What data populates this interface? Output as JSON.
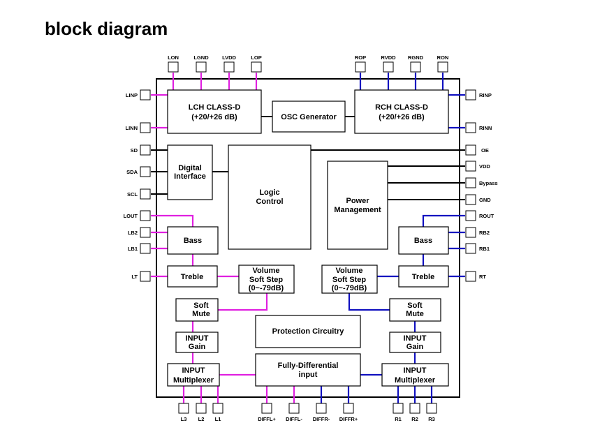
{
  "title": "block diagram",
  "colors": {
    "left_channel": "#e020e0",
    "right_channel": "#1010c0",
    "control": "#000000"
  },
  "pins": {
    "LON": "LON",
    "LGND": "LGND",
    "LVDD": "LVDD",
    "LOP": "LOP",
    "ROP": "ROP",
    "RVDD": "RVDD",
    "RGND": "RGND",
    "RON": "RON",
    "LINP": "LINP",
    "LINN": "LINN",
    "SD": "SD",
    "SDA": "SDA",
    "SCL": "SCL",
    "LOUT": "LOUT",
    "LB2": "LB2",
    "LB1": "LB1",
    "LT": "LT",
    "RINP": "RINP",
    "RINN": "RINN",
    "OE": "OE",
    "VDD": "VDD",
    "Bypass": "Bypass",
    "GND": "GND",
    "ROUT": "ROUT",
    "RB2": "RB2",
    "RB1": "RB1",
    "RT": "RT",
    "L3": "L3",
    "L2": "L2",
    "L1": "L1",
    "DIFFLp": "DIFFL+",
    "DIFFLm": "DIFFL-",
    "DIFFRm": "DIFFR-",
    "DIFFRp": "DIFFR+",
    "R1": "R1",
    "R2": "R2",
    "R3": "R3"
  },
  "blocks": {
    "lch": {
      "l1": "LCH CLASS-D",
      "l2": "(+20/+26 dB)"
    },
    "osc": {
      "l1": "OSC Generator"
    },
    "rch": {
      "l1": "RCH CLASS-D",
      "l2": "(+20/+26 dB)"
    },
    "digital": {
      "l1": "Digital",
      "l2": "Interface"
    },
    "logic": {
      "l1": "Logic",
      "l2": "Control"
    },
    "power": {
      "l1": "Power",
      "l2": "Management"
    },
    "bass_l": {
      "l1": "Bass"
    },
    "bass_r": {
      "l1": "Bass"
    },
    "treble_l": {
      "l1": "Treble"
    },
    "treble_r": {
      "l1": "Treble"
    },
    "vol_l": {
      "l1": "Volume",
      "l2": "Soft Step",
      "l3": "(0~-79dB)"
    },
    "vol_r": {
      "l1": "Volume",
      "l2": "Soft Step",
      "l3": "(0~-79dB)"
    },
    "mute_l": {
      "l1": "Soft",
      "l2": "Mute"
    },
    "mute_r": {
      "l1": "Soft",
      "l2": "Mute"
    },
    "prot": {
      "l1": "Protection Circuitry"
    },
    "gain_l": {
      "l1": "INPUT",
      "l2": "Gain"
    },
    "gain_r": {
      "l1": "INPUT",
      "l2": "Gain"
    },
    "mux_l": {
      "l1": "INPUT",
      "l2": "Multiplexer"
    },
    "mux_r": {
      "l1": "INPUT",
      "l2": "Multiplexer"
    },
    "diff": {
      "l1": "Fully-Differential",
      "l2": "input"
    }
  }
}
